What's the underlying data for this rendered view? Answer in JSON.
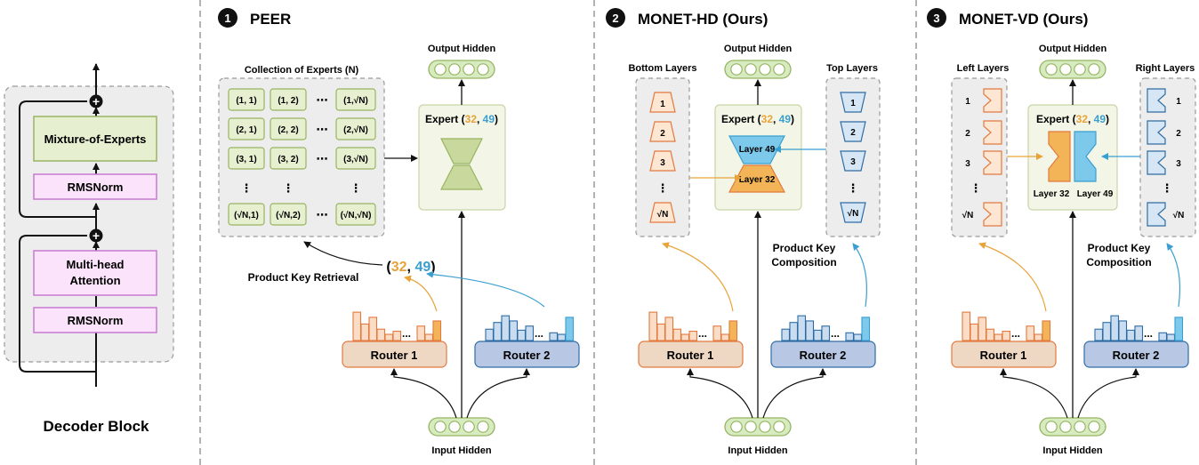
{
  "colors": {
    "orange": "#e8a33a",
    "orange_dark": "#e27a3f",
    "blue": "#3a9fd0",
    "blue_dark": "#2e6da4",
    "green_fill": "#e6efcf",
    "green_stroke": "#98b462",
    "pink_fill": "#fbe4fb",
    "pink_stroke": "#c87ad0",
    "router1_fill": "#eed8c4",
    "router2_fill": "#b8c8e4",
    "gray_panel": "#ededed",
    "dash": "#9a9a9a"
  },
  "decoder": {
    "title": "Decoder Block",
    "moe": "Mixture-of-Experts",
    "rmsnorm": "RMSNorm",
    "attn_line1": "Multi-head",
    "attn_line2": "Attention",
    "plus": "+"
  },
  "peer": {
    "num": "1",
    "title": "PEER",
    "collection_title": "Collection of Experts (N)",
    "cells": [
      [
        "(1, 1)",
        "(1, 2)",
        "⋯",
        "(1,√N)"
      ],
      [
        "(2, 1)",
        "(2, 2)",
        "⋯",
        "(2,√N)"
      ],
      [
        "(3, 1)",
        "(3, 2)",
        "⋯",
        "(3,√N)"
      ],
      [
        "⋮",
        "⋮",
        "",
        "⋮"
      ],
      [
        "(√N,1)",
        "(√N,2)",
        "⋯",
        "(√N,√N)"
      ]
    ],
    "retrieval": "Product Key Retrieval",
    "tuple_open": "(",
    "tuple_a": "32",
    "tuple_sep": ", ",
    "tuple_b": "49",
    "tuple_close": ")"
  },
  "hd": {
    "num": "2",
    "title": "MONET-HD (Ours)",
    "bottom_layers": "Bottom Layers",
    "top_layers": "Top Layers",
    "items": [
      "1",
      "2",
      "3",
      "⋮",
      "√N"
    ],
    "layer_a": "Layer 32",
    "layer_b": "Layer 49",
    "composition1": "Product Key",
    "composition2": "Composition"
  },
  "vd": {
    "num": "3",
    "title": "MONET-VD (Ours)",
    "left_layers": "Left Layers",
    "right_layers": "Right Layers",
    "items": [
      "1",
      "2",
      "3",
      "⋮",
      "√N"
    ],
    "layer_a": "Layer 32",
    "layer_b": "Layer 49",
    "composition1": "Product Key",
    "composition2": "Composition"
  },
  "common": {
    "output_hidden": "Output Hidden",
    "input_hidden": "Input Hidden",
    "expert_prefix": "Expert (",
    "expert_a": "32",
    "expert_sep": ", ",
    "expert_b": "49",
    "expert_suffix": ")",
    "router1": "Router 1",
    "router2": "Router 2",
    "dots": "..."
  },
  "router_bars": {
    "router1": [
      0.55,
      0.32,
      0.45,
      0.22,
      0.12,
      0.18,
      0.28,
      0.12,
      0.38
    ],
    "router2": [
      0.22,
      0.35,
      0.48,
      0.38,
      0.2,
      0.28,
      0.15,
      0.12,
      0.45
    ]
  }
}
